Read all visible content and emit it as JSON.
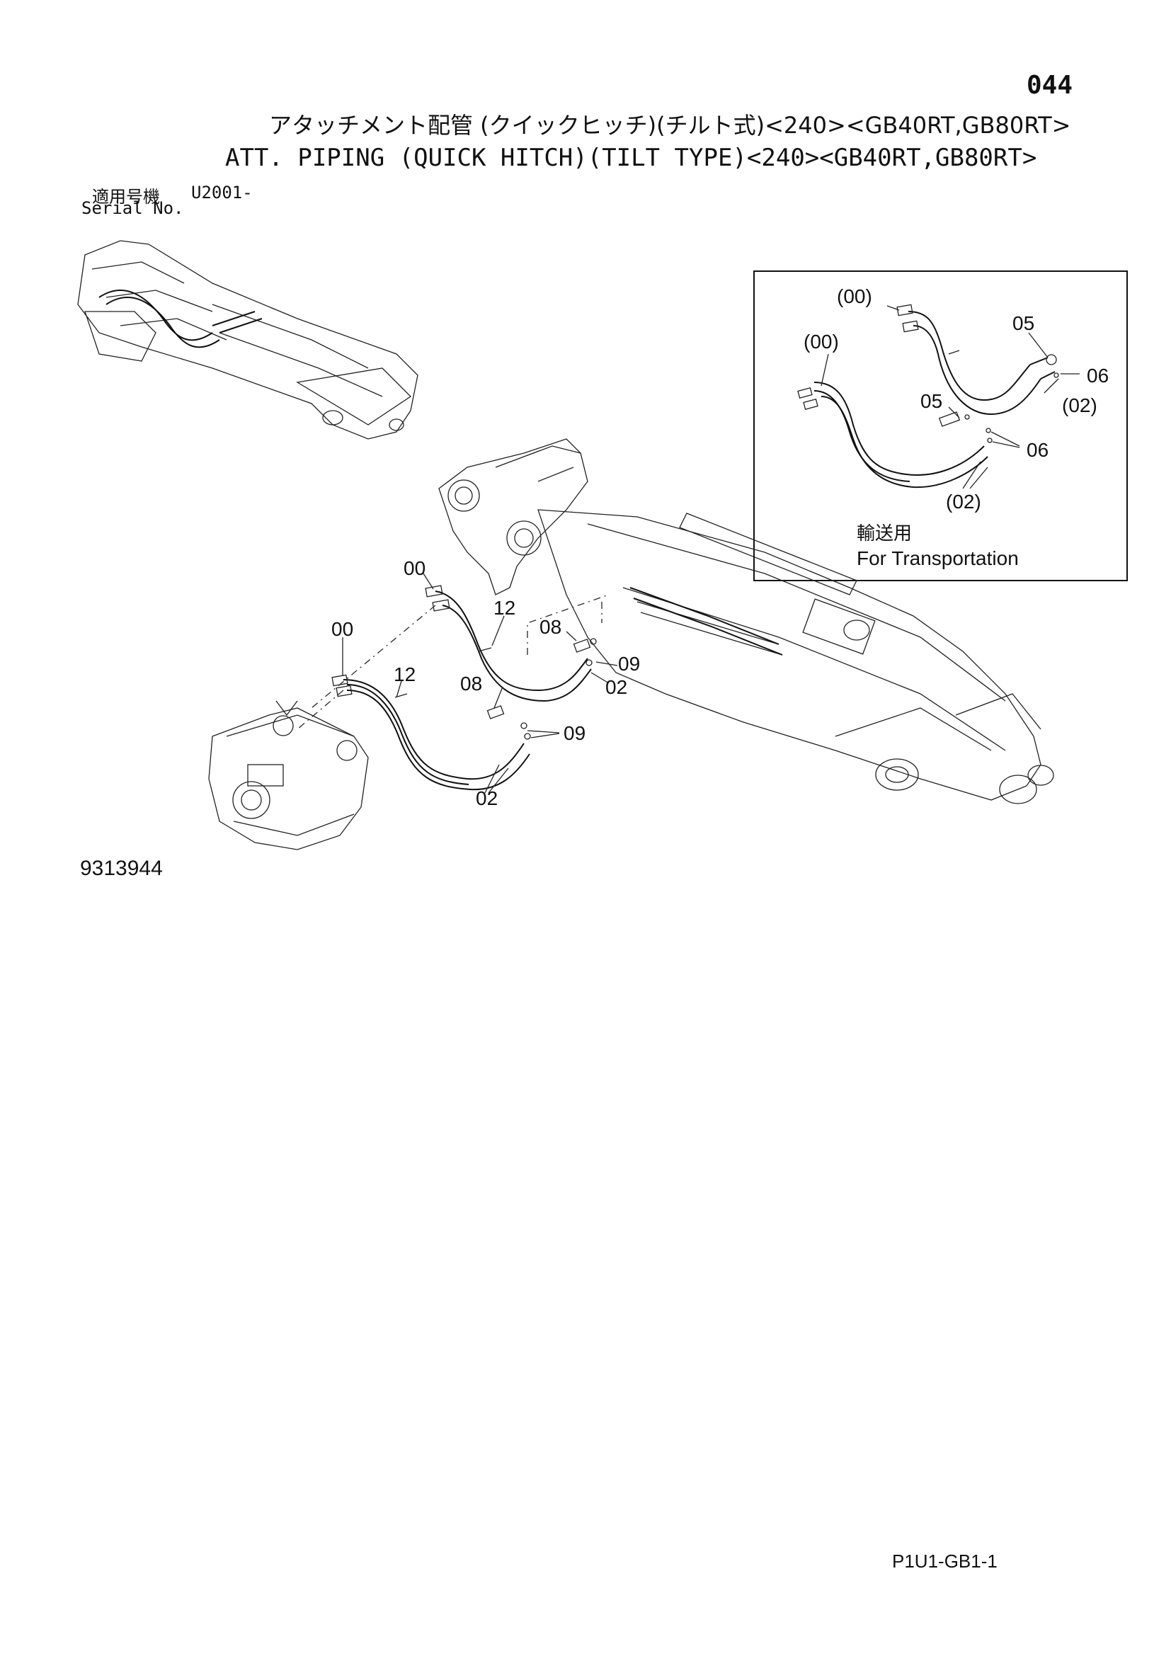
{
  "page_number": "044",
  "title": {
    "japanese": "アタッチメント配管 (クイックヒッチ)(チルト式)<240><GB40RT,GB80RT>",
    "english": "ATT. PIPING (QUICK HITCH)(TILT TYPE)<240><GB40RT,GB80RT>"
  },
  "serial": {
    "label_jp": "適用号機",
    "value": "U2001-",
    "label_en": "Serial No."
  },
  "inset": {
    "caption_jp": "輸送用",
    "caption_en": "For Transportation",
    "labels": {
      "hose_a": "(00)",
      "hose_b": "(00)",
      "fitting_a": "05",
      "fitting_b": "05",
      "cap_a": "06",
      "cap_b": "06",
      "pipe_a": "(02)",
      "pipe_b": "(02)"
    }
  },
  "main_labels": {
    "hose_upper": "00",
    "hose_lower": "00",
    "clamp_upper": "12",
    "clamp_lower": "12",
    "adapter_upper": "08",
    "adapter_lower": "08",
    "plug_upper": "09",
    "plug_lower": "09",
    "pipe_upper": "02",
    "pipe_lower": "02"
  },
  "figure_number": "9313944",
  "footer_code": "P1U1-GB1-1"
}
